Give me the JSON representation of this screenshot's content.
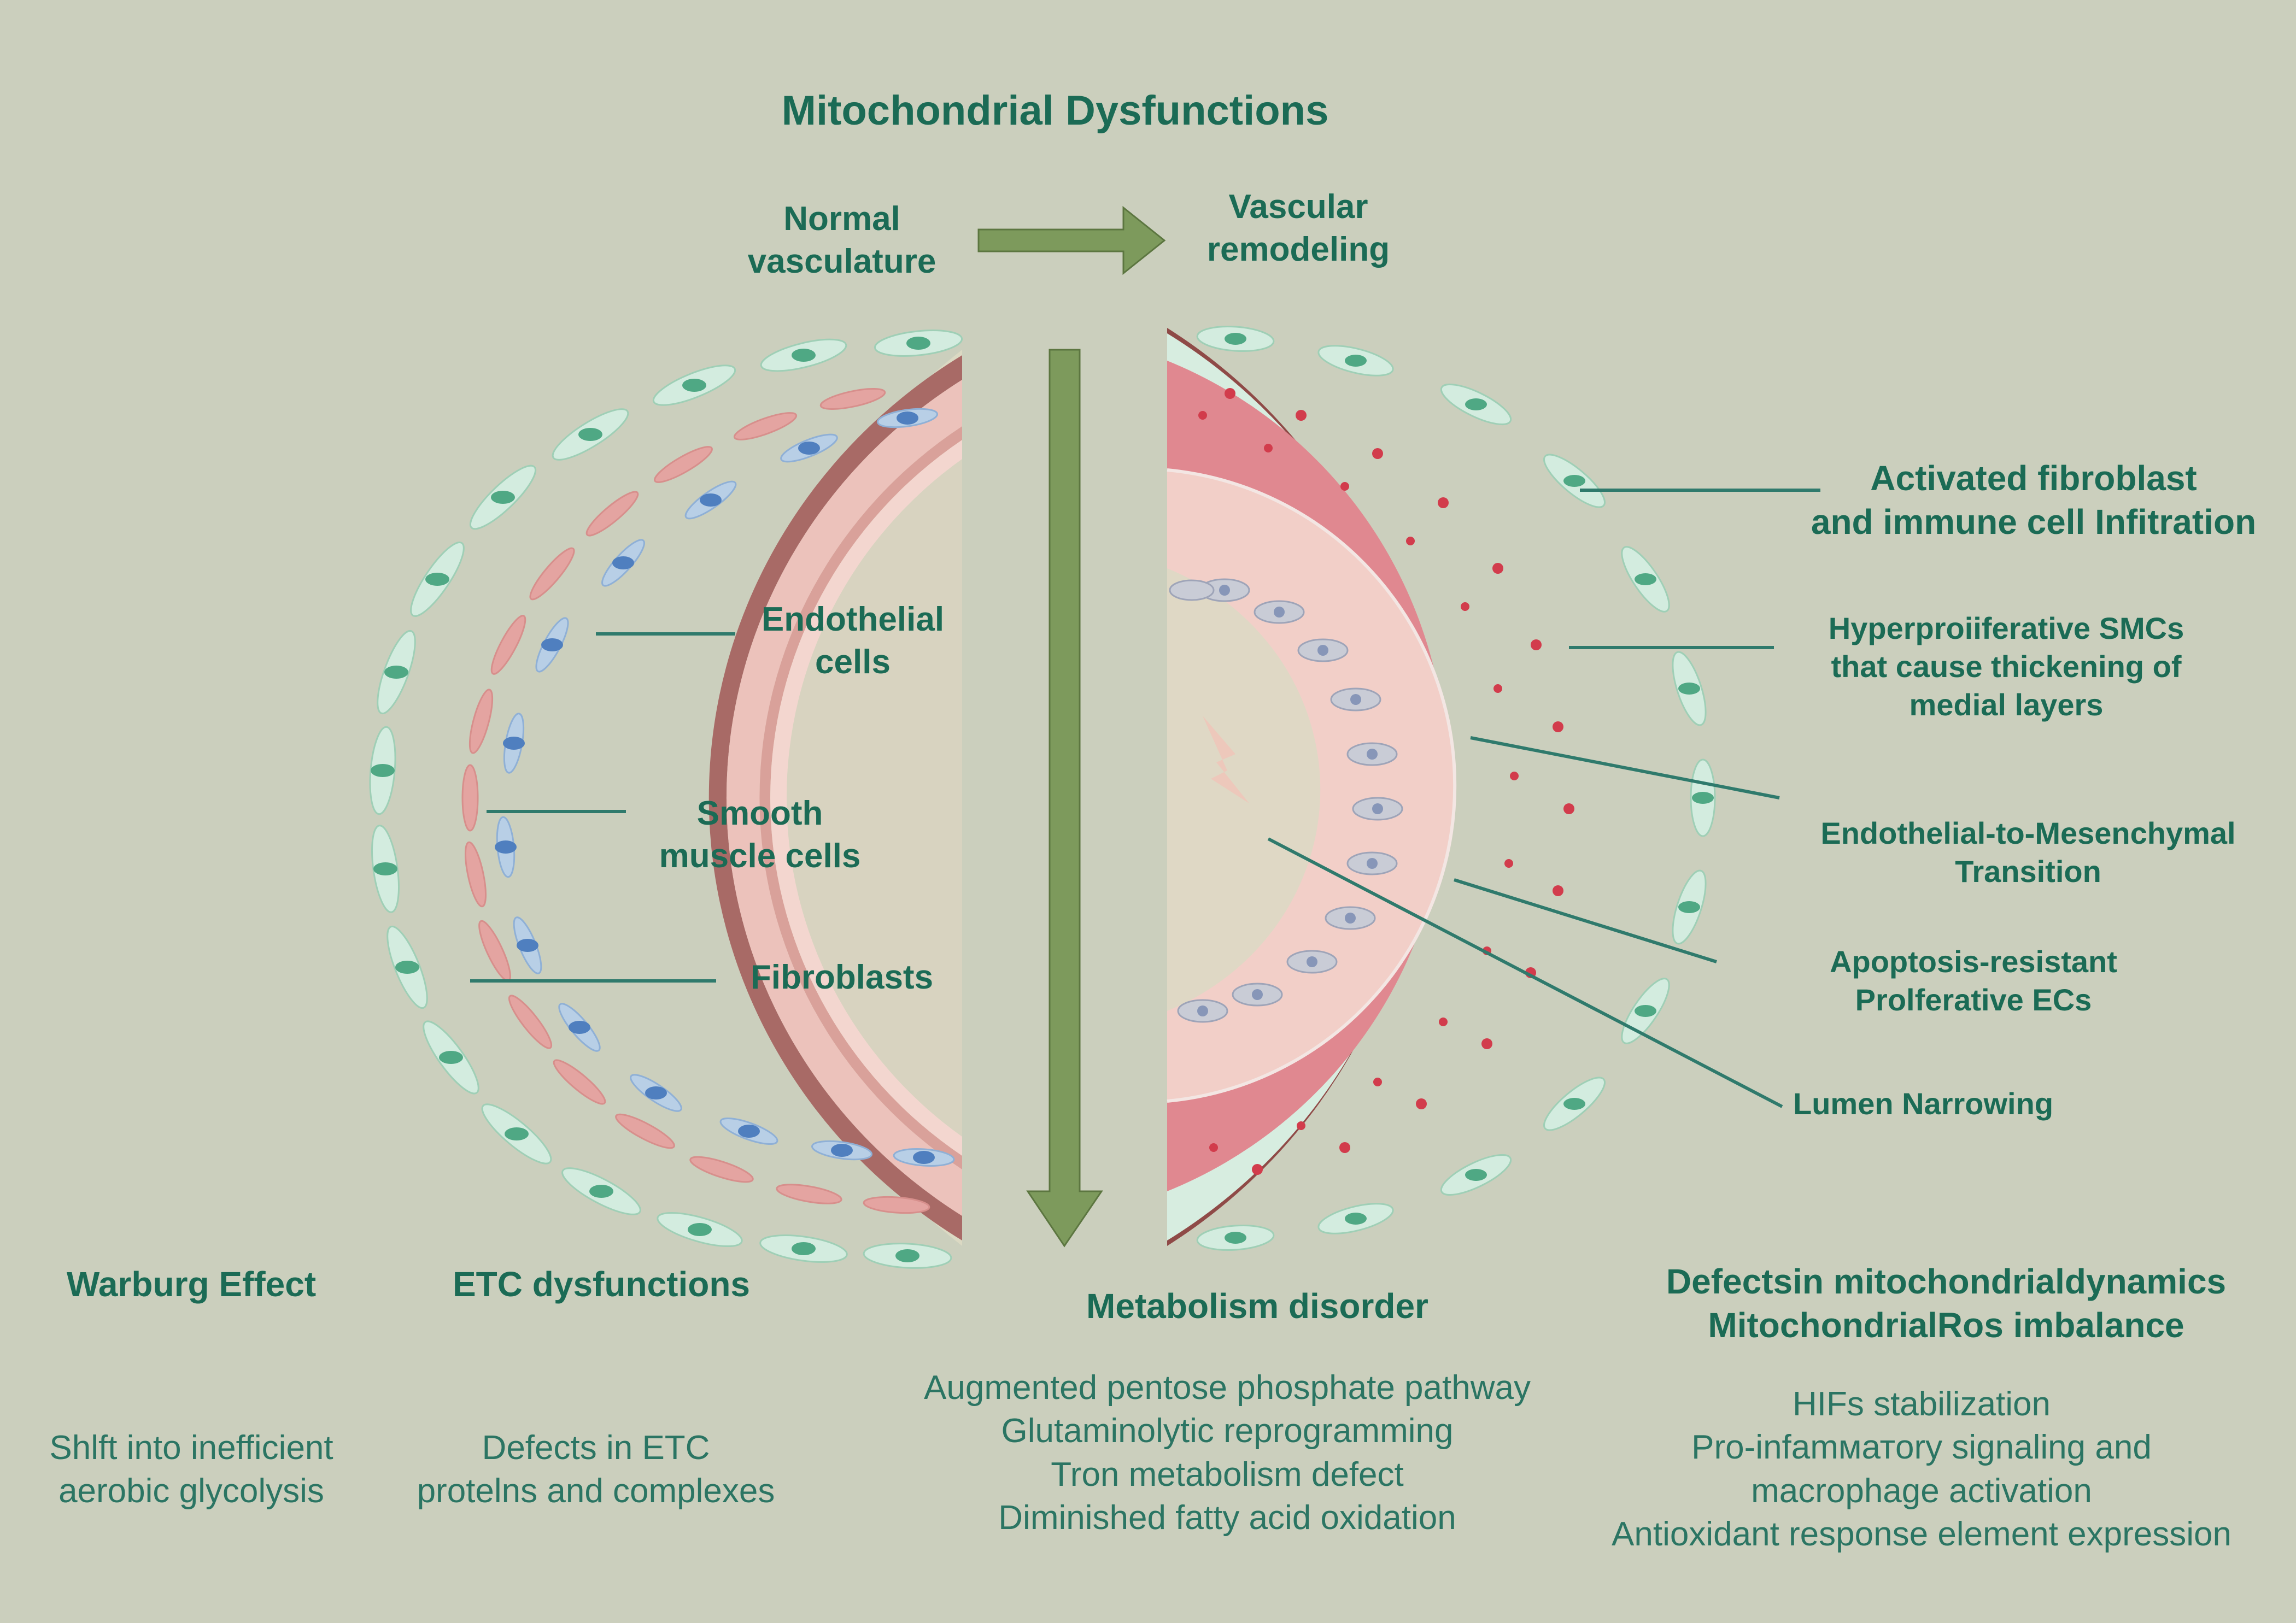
{
  "title": "Mitochondrial Dysfunctions",
  "flow": {
    "normal": [
      "Normal",
      "vasculature"
    ],
    "remodeled": [
      "Vascular",
      "remodeling"
    ]
  },
  "normal_labels": {
    "endothelial": [
      "Endothelial",
      "cells"
    ],
    "smooth_muscle": [
      "Smooth",
      "muscle cells"
    ],
    "fibroblasts": "Fibroblasts"
  },
  "remodeling_labels": {
    "fibroblast_infiltration": [
      "Activated fibroblast",
      "and immune cell Infitration"
    ],
    "hyperproliferative": [
      "Hyperproiiferative SMCs",
      "that cause thickening of",
      "medial layers"
    ],
    "endmt": [
      "Endothelial-to-Mesenchymal",
      "Transition"
    ],
    "apoptosis_resistant": [
      "Apoptosis-resistant",
      "Prolferative ECs"
    ],
    "lumen": "Lumen Narrowing"
  },
  "bottom": {
    "warburg": {
      "heading": "Warburg Effect",
      "lines": [
        "Shlft into inefficient",
        "aerobic glycolysis"
      ]
    },
    "etc": {
      "heading": "ETC dysfunctions",
      "lines": [
        "Defects in ETC",
        "protelns and complexes"
      ]
    },
    "metabolism": {
      "heading": "Metabolism disorder",
      "lines": [
        "Augmented pentose phosphate pathway",
        "Glutaminolytic reprogramming",
        "Tron metabolism defect",
        "Diminished fatty acid oxidation"
      ]
    },
    "dynamics": {
      "heading": [
        "Defectsin mitochondrialdynamics",
        "MitochondrialRos imbalance"
      ],
      "lines": [
        "HIFs stabilization",
        "Pro-infamматory signaling and",
        "macrophage activation",
        "Antioxidant response element expression"
      ]
    }
  },
  "colors": {
    "background": "#cbcfbd",
    "heading": "#1b6b55",
    "arrow": "#7d9a5c",
    "leader_line": "#2f7a6c",
    "fibroblast": "#cfe9dc",
    "smooth_muscle": "#f0bcbc",
    "endothelial": "#b8cfe6",
    "hyperplastic_media": "#e28a92"
  }
}
